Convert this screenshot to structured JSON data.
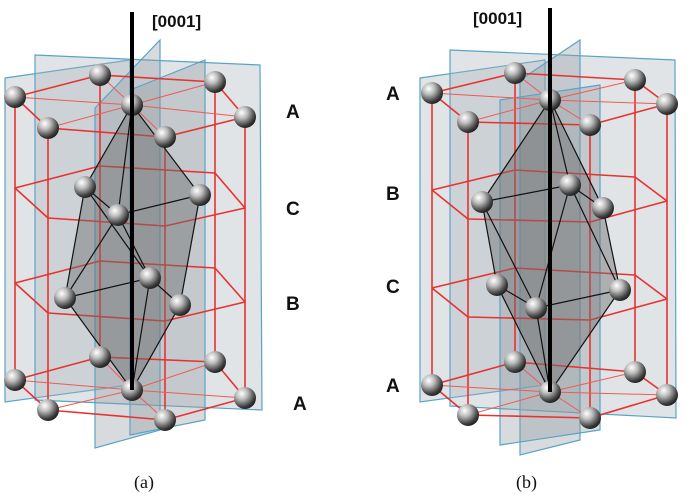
{
  "axis_label": "[0001]",
  "panel_a": {
    "caption": "(a)",
    "layers": [
      "A",
      "C",
      "B",
      "A"
    ]
  },
  "panel_b": {
    "caption": "(b)",
    "layers": [
      "A",
      "B",
      "C",
      "A"
    ]
  }
}
